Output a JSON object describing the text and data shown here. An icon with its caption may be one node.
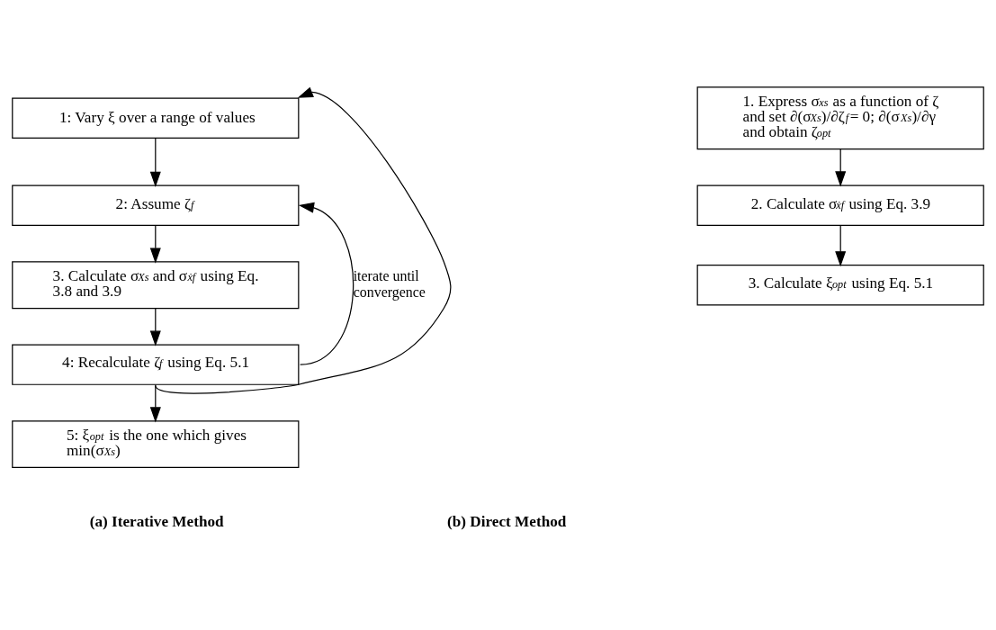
{
  "diagram": {
    "nodes": [
      {
        "text": [
          "1: Vary ξ over a range of values"
        ]
      },
      {
        "text": [
          "2: Assume ζ$_{f}$"
        ]
      },
      {
        "text": [
          "3. Calculate σ$_{Xs}$ and σ$_{ẋf}$ using Eq. 3.8 and 3.9"
        ]
      },
      {
        "text": [
          "4: Recalculate ζ$_{f}$ using Eq. 5.1"
        ]
      },
      {
        "text": [
          "5: ξ$_{opt}$ is the one which gives min(σ$_{Xs}$)"
        ]
      },
      {
        "text": [
          "1. Express σ$_{xs}$ as a function of ζ and set ∂(σ$_{Xs}$)/∂ζ$_{f}$= 0; ∂(σ$_{Xs}$)/∂γ and obtain ζ$_{opt}$"
        ]
      },
      {
        "text": [
          "2. Calculate σ$_{ẋf}$ using Eq. 3.9"
        ]
      },
      {
        "text": [
          "3. Calculate ξ$_{opt}$ using Eq. 5.1"
        ]
      }
    ],
    "edges": [
      {
        "from": 0,
        "to": 1,
        "arrow": "to"
      },
      {
        "from": 1,
        "to": 2,
        "arrow": "to"
      },
      {
        "from": 2,
        "to": 3,
        "arrow": "to"
      },
      {
        "from": 3,
        "to": 1,
        "arrow": "to",
        "label": "iterate until convergence"
      },
      {
        "from": 3,
        "to": 4,
        "arrow": "to"
      },
      {
        "from": 3,
        "to": 0,
        "arrow": "to"
      },
      {
        "from": 5,
        "to": 6,
        "arrow": "to"
      },
      {
        "from": 6,
        "to": 7,
        "arrow": "to"
      }
    ],
    "labels": [
      "(a) Iterative Method",
      "(b) Direct Method"
    ]
  }
}
